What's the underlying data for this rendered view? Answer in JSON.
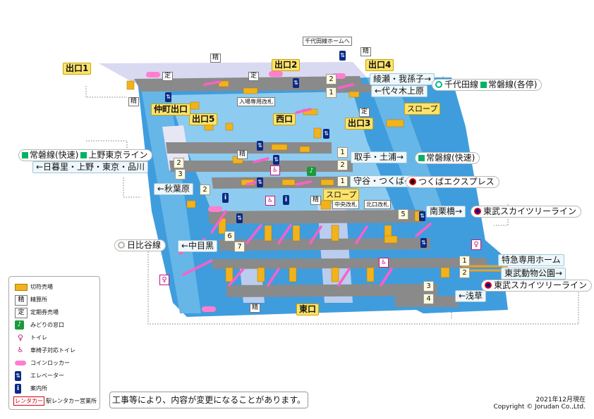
{
  "exits": {
    "exit1": "出口1",
    "exit2": "出口2",
    "exit3": "出口3",
    "exit4": "出口4",
    "exit5": "出口5",
    "nakacho": "仲町出口",
    "west": "西口",
    "east": "東口"
  },
  "gates": {
    "chiyoda_home": "千代田線ホームへ",
    "entry_only": "入場専用改札",
    "chuo": "中央改札",
    "kitaguchi": "北口改札",
    "slope1": "スロープ",
    "slope2": "スロープ"
  },
  "destinations": {
    "ayase": "綾瀬・我孫子→",
    "yoyogi": "←代々木上原",
    "toride": "取手・土浦→",
    "ueno": "←日暮里・上野・東京・品川",
    "akihabara": "←秋葉原",
    "moriya": "守谷・つくば→",
    "minami_kurihashi": "南栗橋→",
    "nakameguro": "←中目黒",
    "tokkyu": "特急専用ホーム",
    "dobutsu": "東武動物公園→",
    "asakusa": "←浅草"
  },
  "lines": {
    "chiyoda": "千代田線",
    "joban_each": "常磐線(各停)",
    "joban_rapid_left": "常磐線(快速)",
    "ueno_tokyo": "上野東京ライン",
    "joban_rapid_right": "常磐線(快速)",
    "tsukuba": "つくばエクスプレス",
    "skytree1": "東武スカイツリーライン",
    "skytree2": "東武スカイツリーライン",
    "hibiya": "日比谷線"
  },
  "platforms": [
    "1",
    "2",
    "1",
    "2",
    "2",
    "3",
    "1",
    "2",
    "5",
    "6",
    "7",
    "1",
    "2",
    "3",
    "4"
  ],
  "marks": {
    "sei": "精",
    "tei": "定"
  },
  "legend": [
    {
      "icon": "ticket-machine-icon",
      "label": "切符売場"
    },
    {
      "icon": "fare-adjust-icon",
      "label": "精算所",
      "glyph": "精"
    },
    {
      "icon": "commuter-pass-icon",
      "label": "定期券売場",
      "glyph": "定"
    },
    {
      "icon": "midori-window-icon",
      "label": "みどりの窓口"
    },
    {
      "icon": "toilet-icon",
      "label": "トイレ"
    },
    {
      "icon": "wheelchair-toilet-icon",
      "label": "車椅子対応トイレ"
    },
    {
      "icon": "coin-locker-icon",
      "label": "コインロッカー"
    },
    {
      "icon": "elevator-icon",
      "label": "エレベーター"
    },
    {
      "icon": "information-icon",
      "label": "案内所"
    },
    {
      "icon": "rental-car-icon",
      "label": "駅レンタカー営業所",
      "glyph": "レンタカー"
    }
  ],
  "notice": "工事等により、内容が変更になることがあります。",
  "footer": {
    "date": "2021年12月現在",
    "copyright": "Copyright © Jorudan Co.,Ltd."
  },
  "colors": {
    "concourse": "#3f9ddd",
    "concourse_light": "#8ecbf0",
    "platform": "#8a8a8a",
    "walkway": "#d9d9f2",
    "stairs": "#f2b21b",
    "escalator": "#ff5fc8",
    "exit_label": "#ffe36b",
    "chiyoda": "#00bb85",
    "joban": "#00b261",
    "tsukuba": "#d7000f",
    "tobu": "#0f0f8f",
    "hibiya": "#b5b5ac"
  }
}
